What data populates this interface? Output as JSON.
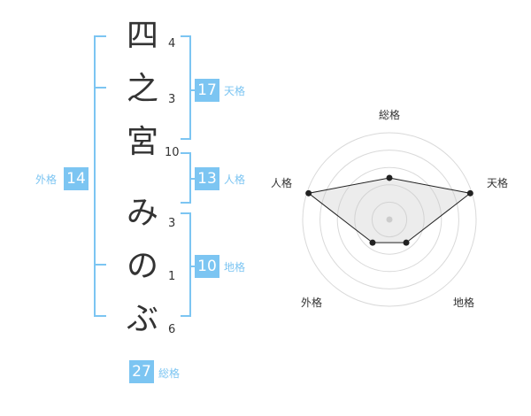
{
  "name": {
    "characters": [
      "四",
      "之",
      "宮",
      "み",
      "の",
      "ぶ"
    ],
    "strokes": [
      "4",
      "3",
      "10",
      "3",
      "1",
      "6"
    ]
  },
  "fortune": {
    "tenkaku": {
      "label": "天格",
      "value": "17"
    },
    "jinkaku": {
      "label": "人格",
      "value": "13"
    },
    "chikaku": {
      "label": "地格",
      "value": "10"
    },
    "gaikaku": {
      "label": "外格",
      "value": "14"
    },
    "soukaku": {
      "label": "総格",
      "value": "27"
    }
  },
  "colors": {
    "accent": "#7cc5f2",
    "text": "#333333",
    "grid": "#d9d9d9"
  },
  "chart_data": {
    "type": "radar",
    "axes": [
      "総格",
      "天格",
      "地格",
      "外格",
      "人格"
    ],
    "values": [
      27,
      17,
      10,
      14,
      13
    ],
    "levels": [
      0.2,
      0.4,
      0.6,
      0.8,
      1.0
    ],
    "display_levels": [
      0.48,
      0.98,
      0.33,
      0.33,
      0.98
    ]
  }
}
